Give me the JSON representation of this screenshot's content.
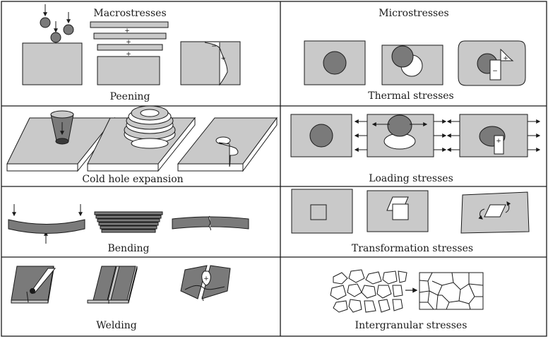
{
  "figure": {
    "headings": {
      "macrostresses": "Macrostresses",
      "microstresses": "Microstresses"
    },
    "cells": {
      "peening": "Peening",
      "thermal": "Thermal stresses",
      "cold_hole": "Cold hole expansion",
      "loading": "Loading stresses",
      "bending": "Bending",
      "transformation": "Transformation stresses",
      "welding": "Welding",
      "intergranular": "Intergranular stresses"
    },
    "signs": {
      "plus": "+",
      "minus": "−"
    },
    "colors": {
      "plate": "#c9c9c9",
      "particle": "#7a7a7a",
      "ink": "#1a1a1a",
      "white": "#ffffff"
    }
  }
}
